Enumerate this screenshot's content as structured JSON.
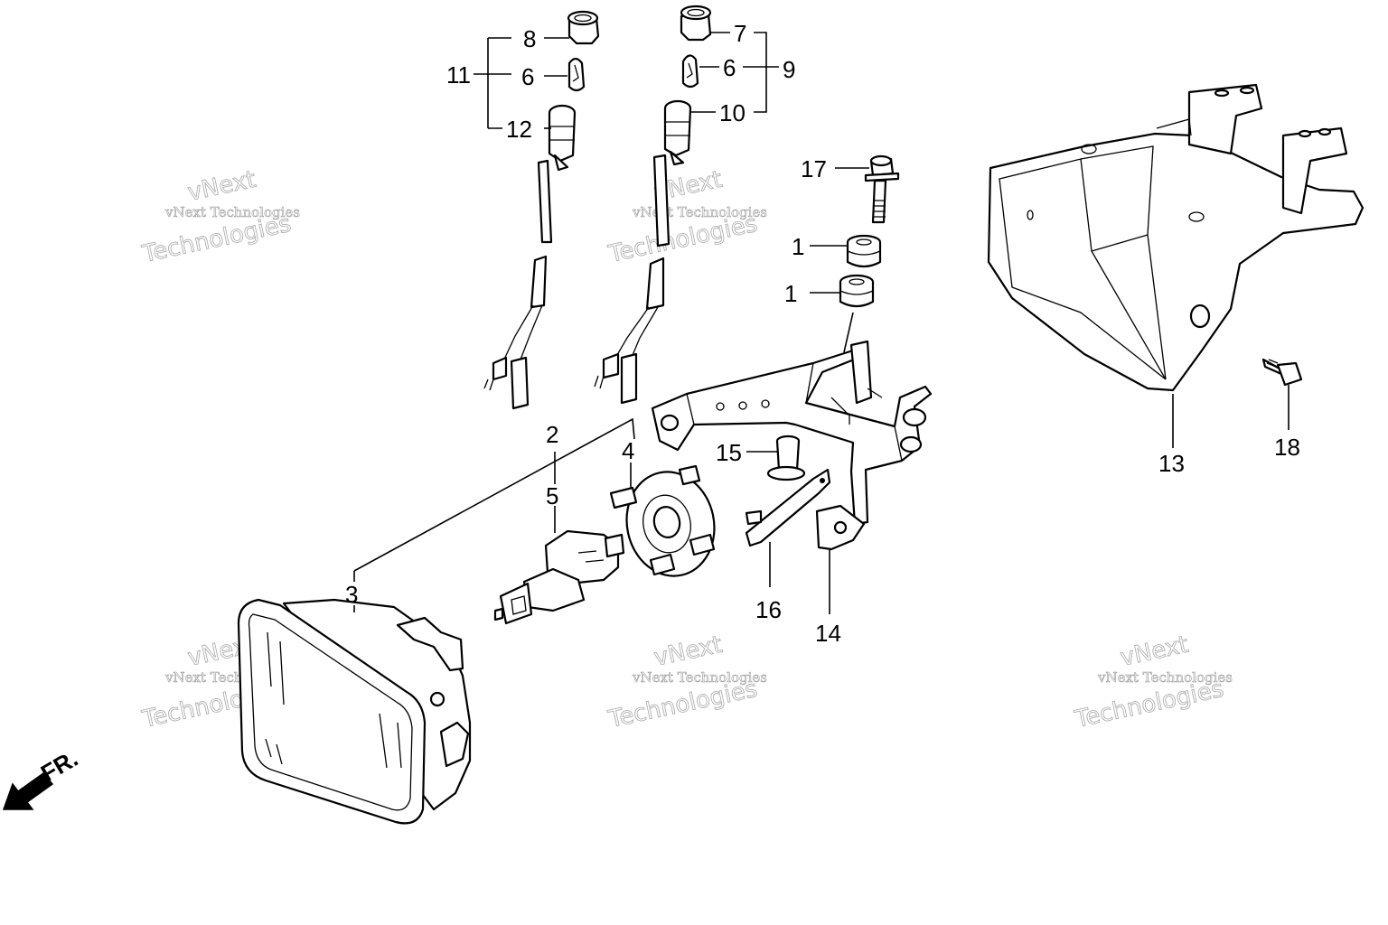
{
  "callouts": {
    "c1a": "1",
    "c1b": "1",
    "c2": "2",
    "c3": "3",
    "c4": "4",
    "c5": "5",
    "c6a": "6",
    "c6b": "6",
    "c7": "7",
    "c8": "8",
    "c9": "9",
    "c10": "10",
    "c11": "11",
    "c12": "12",
    "c13": "13",
    "c14": "14",
    "c15": "15",
    "c16": "16",
    "c17": "17",
    "c18": "18"
  },
  "direction_label": "FR.",
  "watermark": {
    "line1": "vNext Technologies",
    "line2": "vNext",
    "line3": "Technologies"
  },
  "colors": {
    "ink": "#000000",
    "watermark": "#a8a8a8"
  }
}
